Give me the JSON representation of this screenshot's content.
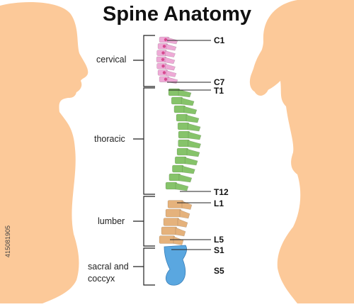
{
  "title": "Spine Anatomy",
  "regions": [
    {
      "name": "cervical",
      "color": "#eeaad6"
    },
    {
      "name": "thoracic",
      "color": "#86c36a"
    },
    {
      "name": "lumber",
      "color": "#e5b27c"
    },
    {
      "name": "sacral and\ncoccyx",
      "color": "#5aa7e0"
    }
  ],
  "vertebra_labels": [
    "C1",
    "C7",
    "T1",
    "T12",
    "L1",
    "L5",
    "S1",
    "S5"
  ],
  "watermark_id": "415081905",
  "colors": {
    "silhouette": "#fcc999",
    "bracket": "#222222",
    "nucleus": "#d64a90"
  }
}
